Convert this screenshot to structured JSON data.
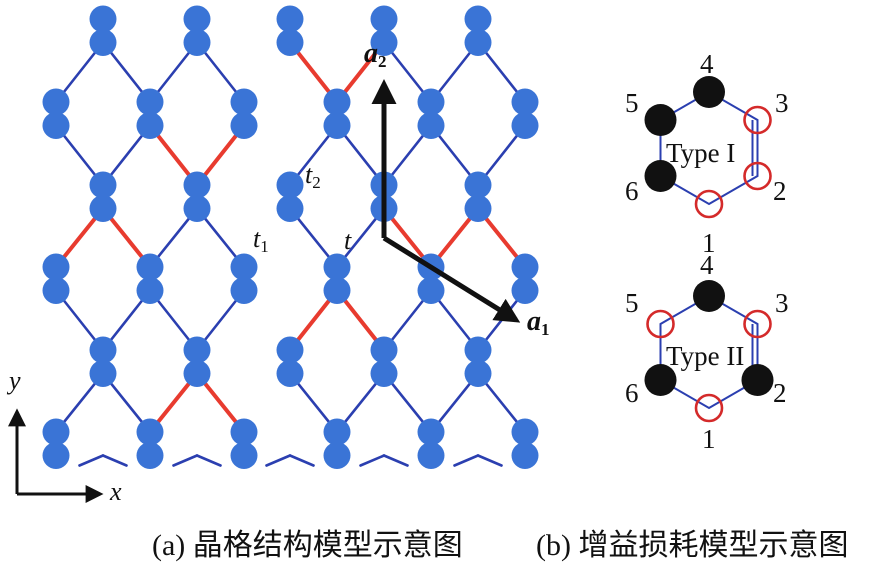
{
  "colors": {
    "site": "#3a74d6",
    "bond": "#2b3fb0",
    "t1_bond": "#6cc54a",
    "t2_bond": "#e83b2f",
    "gain": "#111111",
    "loss": "#d42a2a",
    "arrow": "#111111"
  },
  "lattice": {
    "hopping_t1": "t",
    "hopping_t1_sub": "1",
    "hopping_t2": "t",
    "hopping_t2_sub": "2",
    "hopping_t": "t",
    "vector_a1": "a",
    "vector_a1_sub": "1",
    "vector_a2": "a",
    "vector_a2_sub": "2",
    "axis_x": "x",
    "axis_y": "y"
  },
  "panel_b": {
    "type1": {
      "label": "Type I",
      "sites": [
        {
          "n": "1",
          "state": "loss"
        },
        {
          "n": "2",
          "state": "loss"
        },
        {
          "n": "3",
          "state": "loss"
        },
        {
          "n": "4",
          "state": "gain"
        },
        {
          "n": "5",
          "state": "gain"
        },
        {
          "n": "6",
          "state": "gain"
        }
      ]
    },
    "type2": {
      "label": "Type II",
      "sites": [
        {
          "n": "1",
          "state": "loss"
        },
        {
          "n": "2",
          "state": "gain"
        },
        {
          "n": "3",
          "state": "loss"
        },
        {
          "n": "4",
          "state": "gain"
        },
        {
          "n": "5",
          "state": "loss"
        },
        {
          "n": "6",
          "state": "gain"
        }
      ]
    }
  },
  "captions": {
    "a": "(a) 晶格结构模型示意图",
    "b": "(b) 增益损耗模型示意图"
  }
}
